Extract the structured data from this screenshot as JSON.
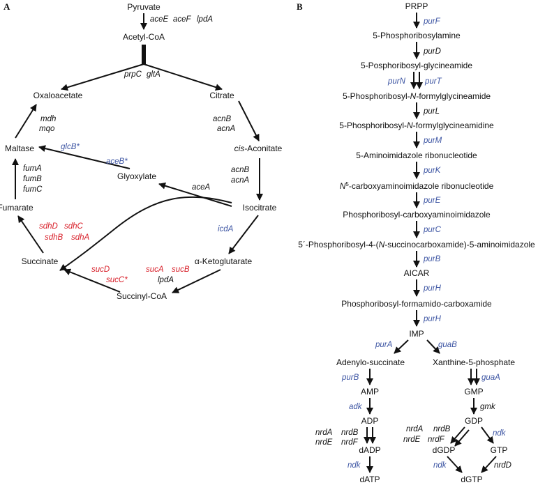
{
  "panels": {
    "a": "A",
    "b": "B"
  },
  "colors": {
    "black_gene": "#111111",
    "blue_gene": "#3d55a3",
    "red_gene": "#d8202a"
  },
  "panelA": {
    "pyruvate": "Pyruvate",
    "acetyl_coa": "Acetyl-CoA",
    "oxaloacetate": "Oxaloacetate",
    "citrate": "Citrate",
    "maltase": "Maltase",
    "glyoxylate": "Glyoxylate",
    "cis_prefix": "cis",
    "cis_rest": "-Aconitate",
    "fumarate": "Fumarate",
    "isocitrate": "Isocitrate",
    "succinate": "Succinate",
    "akg": "α-Ketoglutarate",
    "succinyl_coa": "Succinyl-CoA",
    "genes": {
      "aceE": "aceE",
      "aceF": "aceF",
      "lpdA": "lpdA",
      "prpC": "prpC",
      "gltA": "gltA",
      "mdh": "mdh",
      "mqo": "mqo",
      "acnB1": "acnB",
      "acnA1": "acnA",
      "glcB": "glcB*",
      "aceB": "aceB*",
      "acnB2": "acnB",
      "acnA2": "acnA",
      "fumA": "fumA",
      "fumB": "fumB",
      "fumC": "fumC",
      "aceA": "aceA",
      "sdhD": "sdhD",
      "sdhC": "sdhC",
      "sdhB": "sdhB",
      "sdhA": "sdhA",
      "icdA": "icdA",
      "sucD": "sucD",
      "sucC": "sucC*",
      "sucA": "sucA",
      "sucB": "sucB",
      "lpdA2": "lpdA"
    }
  },
  "panelB": {
    "prpp": "PRPP",
    "m1": "5-Phosphoribosylamine",
    "m2": "5-Posphoribosyl-glycineamide",
    "m3_pre": "5-Phosphoribosyl-",
    "m3_n": "N",
    "m3_post": "-formylglycineamide",
    "m4_pre": "5-Phosphoribosyl-",
    "m4_n": "N",
    "m4_post": "-formylglycineamidine",
    "m5": "5-Aminoimidazole ribonucleotide",
    "m6_n": "N",
    "m6_sup": "5",
    "m6_post": "-carboxyaminoimidazole ribonucleotide",
    "m7": "Phosphoribosyl-carboxyaminoimidazole",
    "m8_pre": "5´-Phosphoribosyl-4-(",
    "m8_n": "N",
    "m8_post": "-succinocarboxamide)-5-aminoimidazole",
    "aicar": "AICAR",
    "m9": "Phosphoribosyl-formamido-carboxamide",
    "imp": "IMP",
    "adenylo": "Adenylo-succinate",
    "xmp": "Xanthine-5-phosphate",
    "amp": "AMP",
    "gmp": "GMP",
    "adp": "ADP",
    "gdp": "GDP",
    "dadp": "dADP",
    "dgdp": "dGDP",
    "gtp": "GTP",
    "datp": "dATP",
    "dgtp": "dGTP",
    "genes": {
      "purF": "purF",
      "purD": "purD",
      "purN": "purN",
      "purT": "purT",
      "purL": "purL",
      "purM": "purM",
      "purK": "purK",
      "purE": "purE",
      "purC": "purC",
      "purB1": "purB",
      "purH1": "purH",
      "purH2": "purH",
      "purA": "purA",
      "guaB": "guaB",
      "purB2": "purB",
      "guaA": "guaA",
      "adk": "adk",
      "gmk": "gmk",
      "nrdA1": "nrdA",
      "nrdB1": "nrdB",
      "nrdE1": "nrdE",
      "nrdF1": "nrdF",
      "nrdA2": "nrdA",
      "nrdB2": "nrdB",
      "nrdE2": "nrdE",
      "nrdF2": "nrdF",
      "ndk1": "ndk",
      "ndk2": "ndk",
      "ndk3": "ndk",
      "nrdD": "nrdD"
    }
  }
}
